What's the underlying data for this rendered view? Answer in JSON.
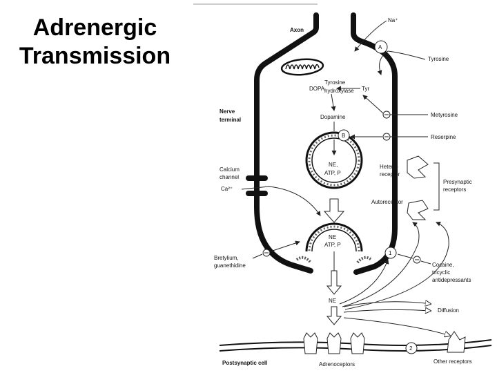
{
  "title": {
    "line1": "Adrenergic",
    "line2": "Transmission"
  },
  "diagram": {
    "axon": "Axon",
    "na": "Na⁺",
    "transporter_a": "A",
    "tyrosine_right": "Tyrosine",
    "tyrosine_hydroxylase_1": "Tyrosine",
    "tyrosine_hydroxylase_2": "hydroxylase",
    "dopa": "DOPA",
    "tyr": "Tyr",
    "metyrosine": "Metyrosine",
    "nerve_terminal_1": "Nerve",
    "nerve_terminal_2": "terminal",
    "dopamine": "Dopamine",
    "transporter_b": "B",
    "reserpine": "Reserpine",
    "vesicle_top_1": "NE,",
    "vesicle_top_2": "ATP, P",
    "calcium_1": "Calcium",
    "calcium_2": "channel",
    "ca": "Ca²⁺",
    "hetero_1": "Hetero-",
    "hetero_2": "receptor",
    "presyn_1": "Presynaptic",
    "presyn_2": "receptors",
    "autoreceptor": "Autoreceptor",
    "vesicle_bottom_1": "NE",
    "vesicle_bottom_2": "ATP, P",
    "bretylium_1": "Bretylium,",
    "bretylium_2": "guanethidine",
    "transporter_1": "1",
    "cocaine_1": "Cocaine,",
    "cocaine_2": "tricyclic",
    "cocaine_3": "antidepressants",
    "ne": "NE",
    "diffusion": "Diffusion",
    "transporter_2": "2",
    "postsynaptic": "Postsynaptic cell",
    "adrenoceptors": "Adrenoceptors",
    "other_receptors": "Other receptors"
  }
}
